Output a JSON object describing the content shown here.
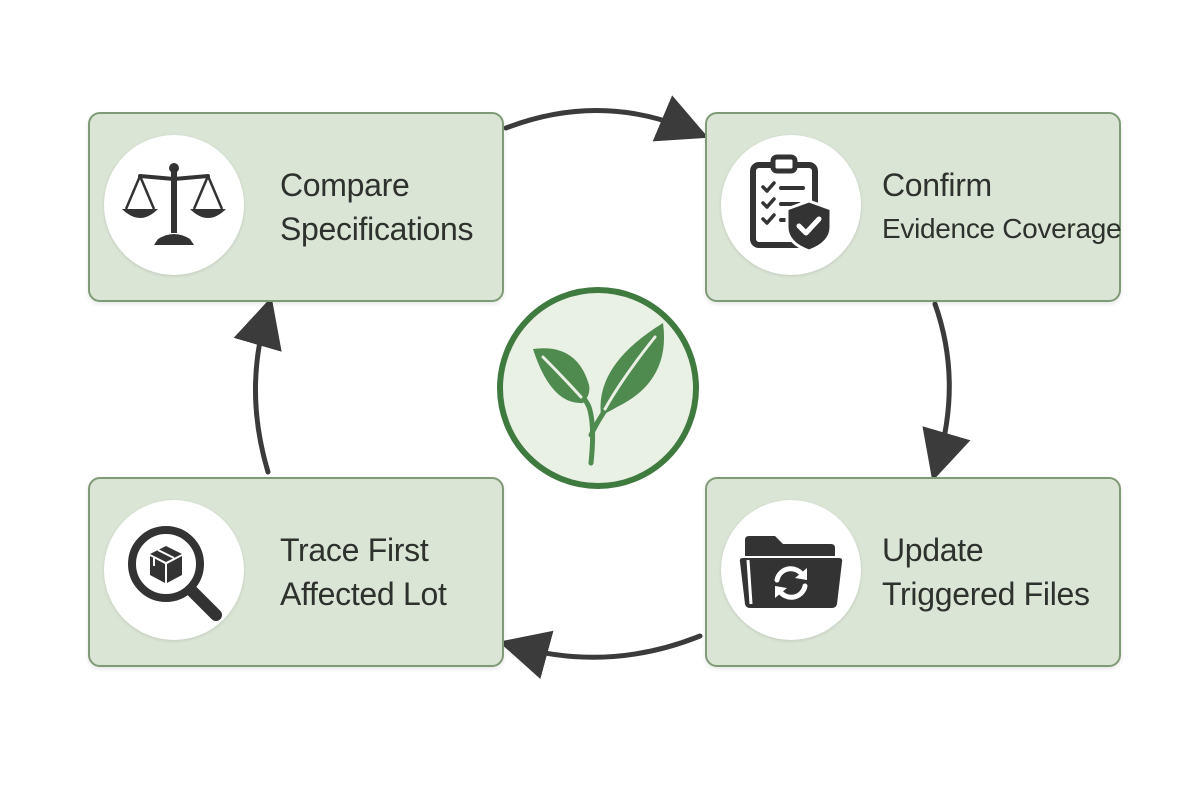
{
  "diagram": {
    "steps": [
      {
        "id": "compare",
        "icon": "balance-scale-icon",
        "lines": [
          "Compare",
          "Specifications"
        ]
      },
      {
        "id": "confirm",
        "icon": "clipboard-shield-check-icon",
        "lines": [
          "Confirm",
          "Evidence Coverage"
        ]
      },
      {
        "id": "update",
        "icon": "folder-sync-icon",
        "lines": [
          "Update",
          "Triggered Files"
        ]
      },
      {
        "id": "trace",
        "icon": "magnifier-box-icon",
        "lines": [
          "Trace First",
          "Affected Lot"
        ]
      }
    ],
    "center": {
      "icon": "leaf-sprout-icon"
    },
    "flow": [
      "compare",
      "confirm",
      "update",
      "trace",
      "compare"
    ],
    "colors": {
      "card_fill": "#dbe5d6",
      "card_border": "#7f9b76",
      "icon_dark": "#333333",
      "arrow": "#3b3b3b",
      "leaf_green": "#4f8a4f",
      "emblem_ring": "#3f7a3f",
      "emblem_fill": "#e9f0e4"
    }
  }
}
